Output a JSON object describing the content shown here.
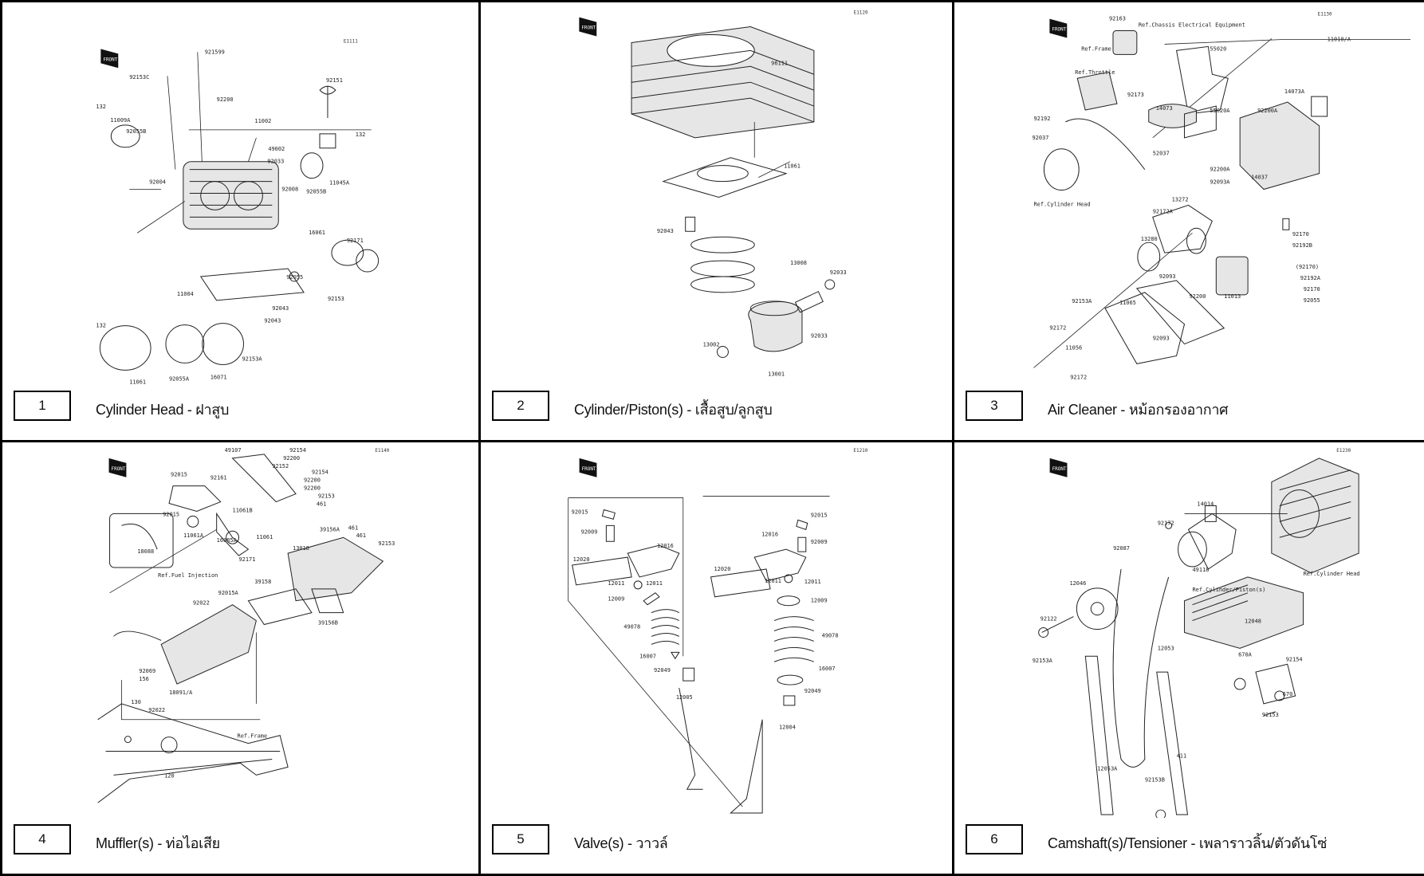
{
  "panels": [
    {
      "number": "1",
      "title": "Cylinder Head - ฝาสูบ",
      "figure_code": "E1111",
      "callouts": [
        "921599",
        "92153C",
        "92200",
        "132",
        "11009A",
        "92055B",
        "92151",
        "11002",
        "49002",
        "92033",
        "92004",
        "92008",
        "11045A",
        "92055B",
        "132",
        "16061",
        "92171",
        "92055",
        "92153",
        "11004",
        "92043",
        "92043",
        "132",
        "11061",
        "92055A",
        "16071",
        "92153A"
      ]
    },
    {
      "number": "2",
      "title": "Cylinder/Piston(s) - เสื้อสูบ/ลูกสูบ",
      "figure_code": "E1120",
      "callouts": [
        "96111",
        "11061",
        "92043",
        "13008",
        "92033",
        "13002",
        "92033",
        "13001"
      ]
    },
    {
      "number": "3",
      "title": "Air Cleaner - หม้อกรองอากาศ",
      "figure_code": "E1130",
      "callouts": [
        "92163",
        "Ref.Chassis Electrical Equipment",
        "Ref.Frame",
        "Ref.Throttle",
        "11010/A",
        "55020",
        "14073",
        "92173",
        "55020A",
        "92200A",
        "14073A",
        "92192",
        "92037",
        "52037",
        "92200A",
        "92093A",
        "14037",
        "Ref.Cylinder Head",
        "13272",
        "92172A",
        "13280",
        "92093",
        "92200",
        "11013",
        "92170",
        "92192B",
        "92153A",
        "11065",
        "92172",
        "11056",
        "92093",
        "(92170)",
        "92192A",
        "92170",
        "92055",
        "92172"
      ]
    },
    {
      "number": "4",
      "title": "Muffler(s) - ท่อไอเสีย",
      "figure_code": "E1140",
      "callouts": [
        "49107",
        "92154",
        "92200",
        "92152",
        "92154",
        "92015",
        "92161",
        "92200",
        "11061B",
        "92200",
        "92153",
        "461",
        "92015",
        "11061A",
        "16085A",
        "11061",
        "92171",
        "18088",
        "39156A",
        "461",
        "13018",
        "461",
        "92153",
        "Ref.Fuel Injection",
        "39158",
        "92022",
        "92015A",
        "39156B",
        "92069",
        "156",
        "18091/A",
        "130",
        "92022",
        "120",
        "Ref.Frame"
      ]
    },
    {
      "number": "5",
      "title": "Valve(s) - วาวล์",
      "figure_code": "E1210",
      "callouts": [
        "92015",
        "92009",
        "12016",
        "12020",
        "12011",
        "12011",
        "12009",
        "49078",
        "16007",
        "92049",
        "12005",
        "92015",
        "12016",
        "92009",
        "12020",
        "12011",
        "12011",
        "12009",
        "49078",
        "16007",
        "92049",
        "12004"
      ]
    },
    {
      "number": "6",
      "title": "Camshaft(s)/Tensioner - เพลาราวลิ้น/ตัวดันโซ่",
      "figure_code": "E1230",
      "callouts": [
        "14014",
        "92172",
        "92087",
        "49118",
        "Ref.Cylinder Head",
        "12046",
        "Ref.Cylinder/Piston(s)",
        "92122",
        "12048",
        "92153A",
        "12053",
        "670A",
        "92154",
        "670",
        "92153",
        "12053A",
        "411",
        "92153B"
      ]
    }
  ]
}
